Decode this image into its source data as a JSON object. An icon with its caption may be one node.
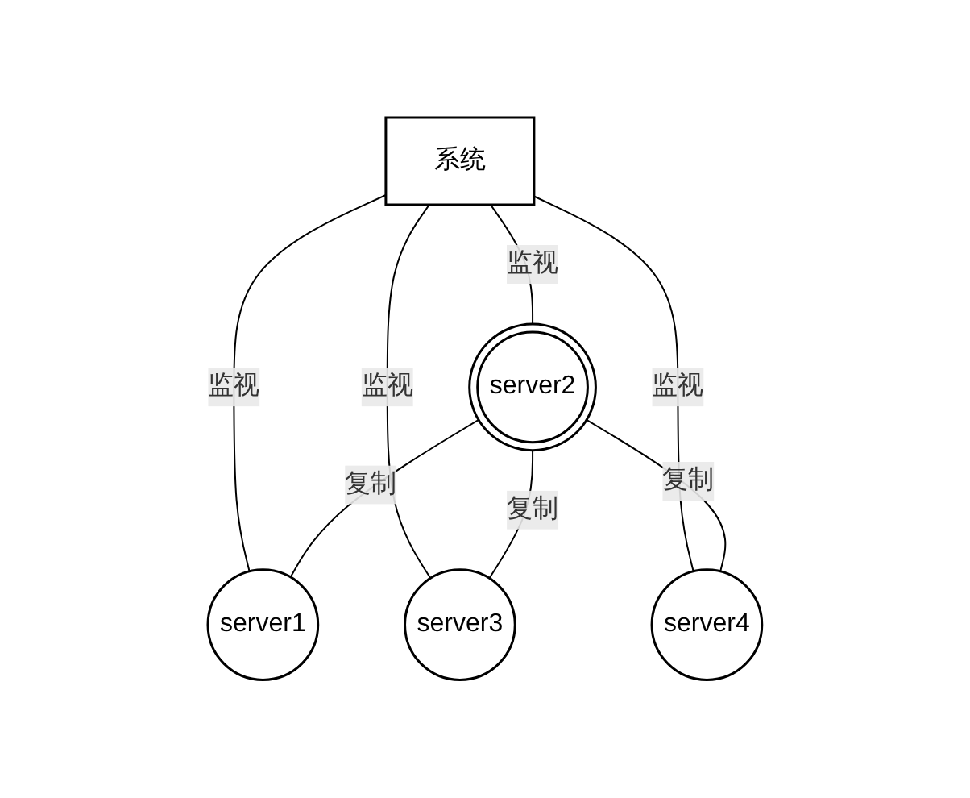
{
  "diagram": {
    "nodes": [
      {
        "text": [
          "系统"
        ]
      },
      {
        "text": [
          "server2"
        ]
      },
      {
        "text": [
          "server1"
        ]
      },
      {
        "text": [
          "server3"
        ]
      },
      {
        "text": [
          "server4"
        ]
      }
    ],
    "edges": [
      {
        "from": 0,
        "to": 1,
        "arrow": "none",
        "label": "监视"
      },
      {
        "from": 0,
        "to": 2,
        "arrow": "none",
        "label": "监视"
      },
      {
        "from": 0,
        "to": 3,
        "arrow": "none",
        "label": "监视"
      },
      {
        "from": 0,
        "to": 4,
        "arrow": "none",
        "label": "监视"
      },
      {
        "from": 1,
        "to": 2,
        "arrow": "none",
        "label": "复制"
      },
      {
        "from": 1,
        "to": 3,
        "arrow": "none",
        "label": "复制"
      },
      {
        "from": 1,
        "to": 4,
        "arrow": "none",
        "label": "复制"
      }
    ]
  }
}
